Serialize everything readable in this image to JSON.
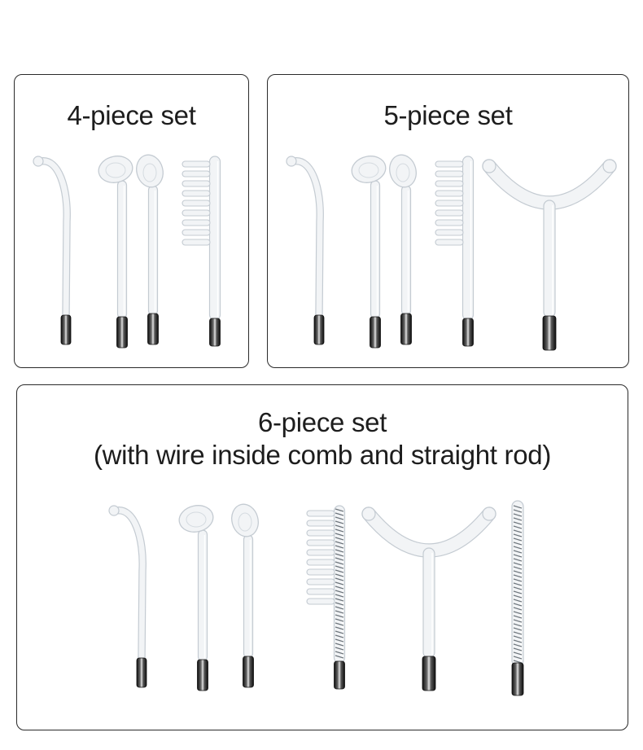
{
  "sets": [
    {
      "id": "4",
      "title": "4-piece set",
      "subtitle": "",
      "items": [
        "mushroom-electrode",
        "spoon-electrode",
        "tongue-electrode",
        "comb-electrode"
      ]
    },
    {
      "id": "5",
      "title": "5-piece set",
      "subtitle": "",
      "items": [
        "mushroom-electrode",
        "spoon-electrode",
        "tongue-electrode",
        "comb-electrode",
        "y-shaped-electrode"
      ]
    },
    {
      "id": "6",
      "title": "6-piece set",
      "subtitle": "(with wire inside comb and straight rod)",
      "items": [
        "mushroom-electrode",
        "spoon-electrode",
        "tongue-electrode",
        "wire-comb-electrode",
        "y-shaped-electrode",
        "wire-straight-rod-electrode"
      ]
    }
  ],
  "colors": {
    "border": "#2a2a2a",
    "glass": "#f2f4f6",
    "glass_stroke": "#c4cbd2",
    "metal_dark": "#1e1e1e",
    "text": "#1d1d1d"
  }
}
